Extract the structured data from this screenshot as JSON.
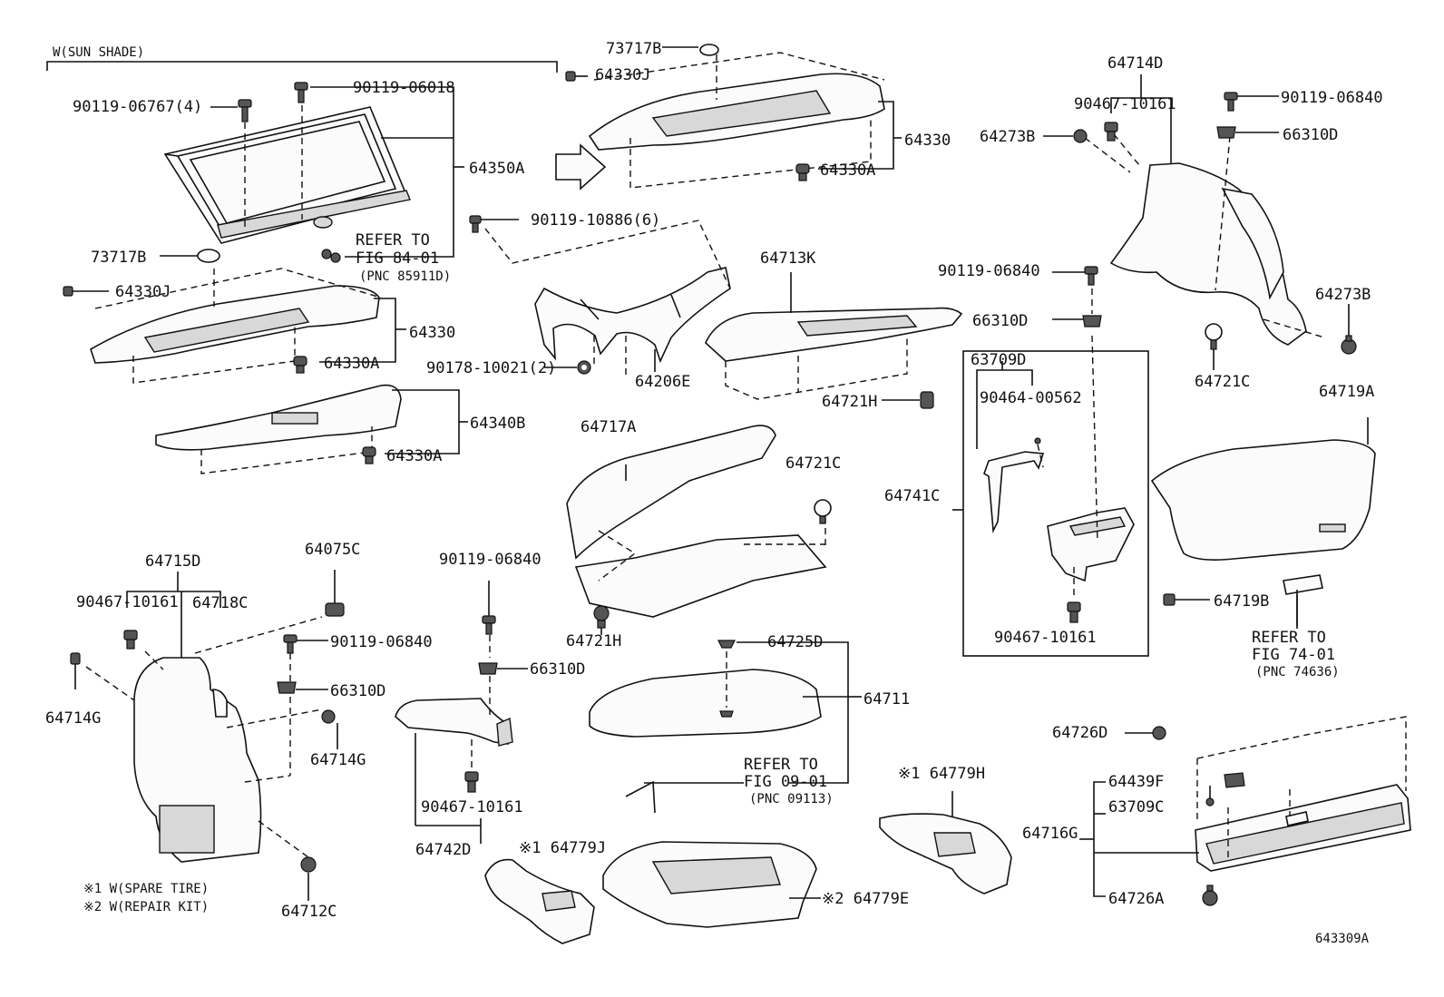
{
  "header": {
    "group_label": "W(SUN SHADE)"
  },
  "notes": {
    "note1": "※1 W(SPARE TIRE)",
    "note2": "※2 W(REPAIR KIT)"
  },
  "figure_id": "643309A",
  "parts": {
    "p_73717B_top": "73717B",
    "p_64330J_top": "64330J",
    "p_64330_top": "64330",
    "p_64330A_top": "64330A",
    "p_64714D": "64714D",
    "p_90467_10161_tr": "90467-10161",
    "p_90119_06840_tr": "90119-06840",
    "p_64273B_l": "64273B",
    "p_66310D_tr": "66310D",
    "p_90119_06767": "90119-06767(4)",
    "p_90119_06018": "90119-06018",
    "p_64350A": "64350A",
    "p_90119_10886": "90119-10886(6)",
    "p_73717B_left": "73717B",
    "p_64330J_left": "64330J",
    "p_64330_left": "64330",
    "p_64330A_left": "64330A",
    "p_64713K": "64713K",
    "p_90119_06840_mid": "90119-06840",
    "p_66310D_mid": "66310D",
    "p_64273B_r": "64273B",
    "p_64721C_r": "64721C",
    "p_90178_10021": "90178-10021(2)",
    "p_64206E": "64206E",
    "p_64721H_mid": "64721H",
    "p_64340B": "64340B",
    "p_64330A_low": "64330A",
    "p_64717A": "64717A",
    "p_63709D": "63709D",
    "p_90464_00562": "90464-00562",
    "p_64719A": "64719A",
    "p_64721C_mid": "64721C",
    "p_64741C": "64741C",
    "p_64715D": "64715D",
    "p_64075C": "64075C",
    "p_90119_06840_c": "90119-06840",
    "p_90467_10161_l": "90467-10161",
    "p_64718C": "64718C",
    "p_64721H_low": "64721H",
    "p_90119_06840_l": "90119-06840",
    "p_64725D": "64725D",
    "p_90467_10161_box": "90467-10161",
    "p_64719B": "64719B",
    "p_66310D_c": "66310D",
    "p_64714G_l": "64714G",
    "p_66310D_l": "66310D",
    "p_64711": "64711",
    "p_64726D": "64726D",
    "p_64714G_r": "64714G",
    "p_64439F": "64439F",
    "p_63709C": "63709C",
    "p_64716G": "64716G",
    "p_90467_10161_c": "90467-10161",
    "p_64742D": "64742D",
    "p_64779H": "※1 64779H",
    "p_64779J": "※1 64779J",
    "p_64779E": "※2 64779E",
    "p_64726A": "64726A",
    "p_64712C": "64712C"
  },
  "references": {
    "ref1": {
      "l1": "REFER TO",
      "l2": "FIG 84-01",
      "l3": "(PNC 85911D)"
    },
    "ref2": {
      "l1": "REFER TO",
      "l2": "FIG 74-01",
      "l3": "(PNC 74636)"
    },
    "ref3": {
      "l1": "REFER TO",
      "l2": "FIG 09-01",
      "l3": "(PNC 09113)"
    }
  }
}
